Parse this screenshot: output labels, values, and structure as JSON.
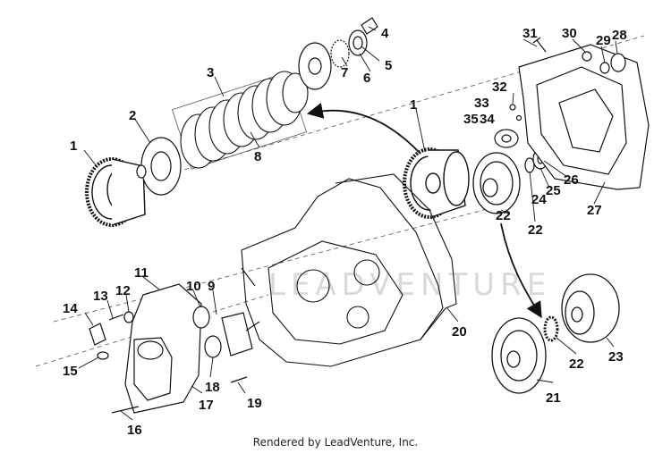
{
  "footer": {
    "text": "Rendered by LeadVenture, Inc."
  },
  "watermark": {
    "text": "LEADVENTURE"
  },
  "callouts": [
    "1",
    "1",
    "2",
    "3",
    "4",
    "5",
    "6",
    "7",
    "8",
    "9",
    "10",
    "11",
    "12",
    "13",
    "14",
    "15",
    "16",
    "17",
    "18",
    "19",
    "20",
    "21",
    "22",
    "22",
    "22",
    "23",
    "24",
    "25",
    "26",
    "27",
    "28",
    "29",
    "30",
    "31",
    "32",
    "33",
    "34",
    "35"
  ],
  "colors": {
    "ink": "#111111",
    "watermark": "#d9d9d9",
    "background": "#ffffff"
  }
}
